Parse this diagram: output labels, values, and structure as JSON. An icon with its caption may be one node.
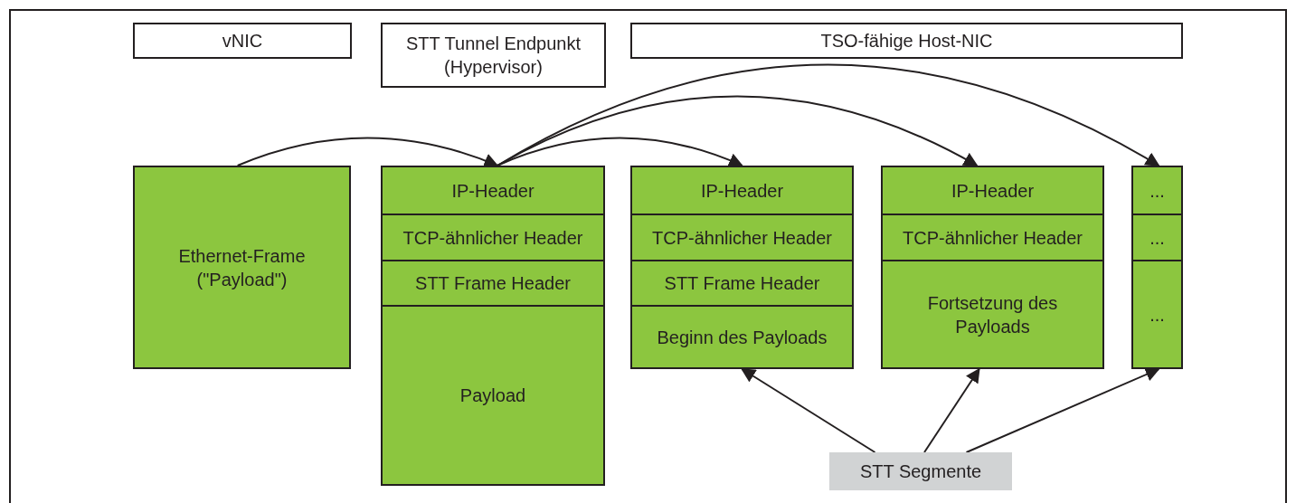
{
  "diagram": {
    "nodes": [
      {
        "text": [
          "vNIC"
        ]
      },
      {
        "text": [
          "STT Tunnel Endpunkt (Hypervisor)"
        ]
      },
      {
        "text": [
          "TSO-fähige Host-NIC"
        ]
      },
      {
        "text": [
          "Ethernet-Frame (\"Payload\")"
        ]
      },
      {
        "text": [
          "IP-Header"
        ]
      },
      {
        "text": [
          "TCP-ähnlicher Header"
        ]
      },
      {
        "text": [
          "STT Frame Header"
        ]
      },
      {
        "text": [
          "Payload"
        ]
      },
      {
        "text": [
          "IP-Header"
        ]
      },
      {
        "text": [
          "TCP-ähnlicher Header"
        ]
      },
      {
        "text": [
          "STT Frame Header"
        ]
      },
      {
        "text": [
          "Beginn des Payloads"
        ]
      },
      {
        "text": [
          "IP-Header"
        ]
      },
      {
        "text": [
          "TCP-ähnlicher Header"
        ]
      },
      {
        "text": [
          "Fortsetzung des Payloads"
        ]
      },
      {
        "text": [
          "..."
        ]
      },
      {
        "text": [
          "..."
        ]
      },
      {
        "text": [
          "..."
        ]
      },
      {
        "text": [
          "STT Segmente"
        ]
      }
    ],
    "edges": [
      {
        "from": 3,
        "to": 4,
        "arrow": "to"
      },
      {
        "from": 4,
        "to": 8,
        "arrow": "to"
      },
      {
        "from": 4,
        "to": 12,
        "arrow": "to"
      },
      {
        "from": 4,
        "to": 15,
        "arrow": "to"
      },
      {
        "from": 18,
        "to": 11,
        "arrow": "to"
      },
      {
        "from": 18,
        "to": 14,
        "arrow": "to"
      },
      {
        "from": 18,
        "to": 17,
        "arrow": "to"
      }
    ]
  }
}
